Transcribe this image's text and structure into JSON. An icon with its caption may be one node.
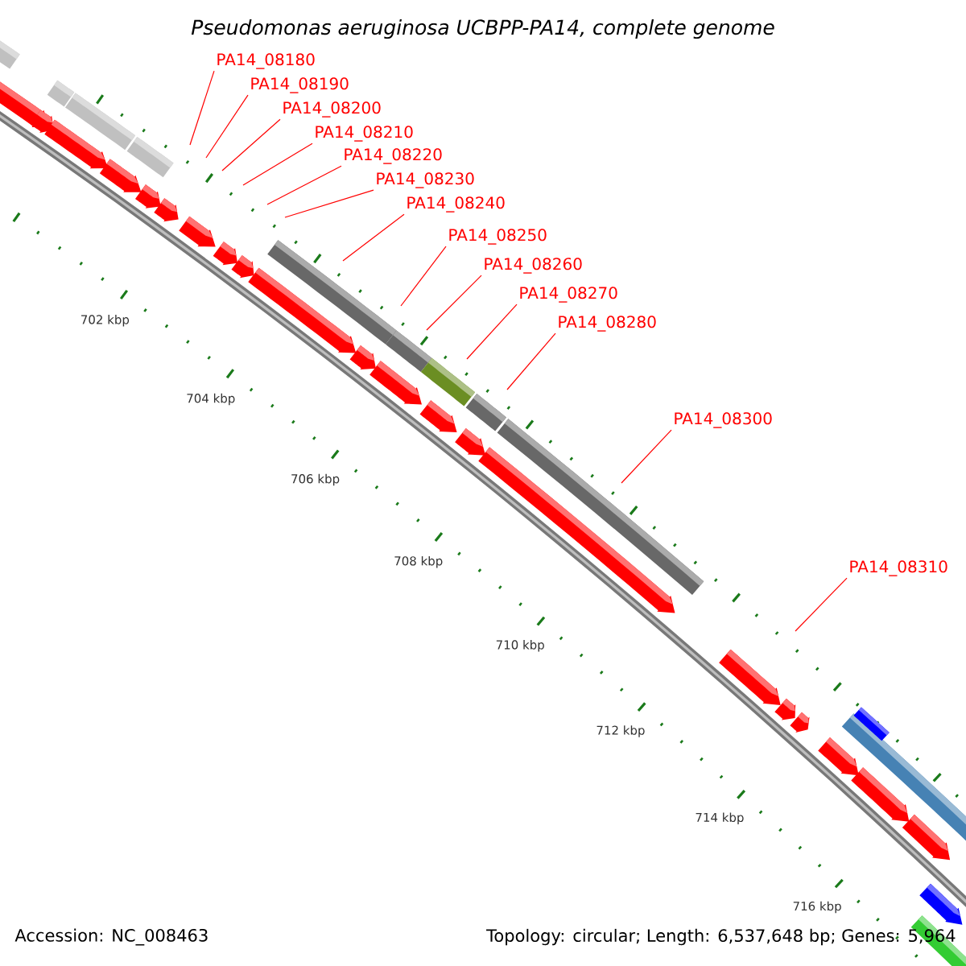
{
  "diagram": {
    "title": "Pseudomonas aeruginosa UCBPP-PA14, complete genome",
    "nodes": [
      {
        "text": [
          "PA14_08180"
        ]
      },
      {
        "text": [
          "PA14_08190"
        ]
      },
      {
        "text": [
          "PA14_08200"
        ]
      },
      {
        "text": [
          "PA14_08210"
        ]
      },
      {
        "text": [
          "PA14_08220"
        ]
      },
      {
        "text": [
          "PA14_08230"
        ]
      },
      {
        "text": [
          "PA14_08240"
        ]
      },
      {
        "text": [
          "PA14_08250"
        ]
      },
      {
        "text": [
          "PA14_08260"
        ]
      },
      {
        "text": [
          "PA14_08270"
        ]
      },
      {
        "text": [
          "PA14_08280"
        ]
      },
      {
        "text": [
          "PA14_08300"
        ]
      },
      {
        "text": [
          "PA14_08310"
        ]
      }
    ],
    "edges": [
      {
        "from": 0,
        "to": null,
        "arrow": "none"
      },
      {
        "from": 1,
        "to": null,
        "arrow": "none"
      },
      {
        "from": 2,
        "to": null,
        "arrow": "none"
      },
      {
        "from": 3,
        "to": null,
        "arrow": "none"
      },
      {
        "from": 4,
        "to": null,
        "arrow": "none"
      },
      {
        "from": 5,
        "to": null,
        "arrow": "none"
      },
      {
        "from": 6,
        "to": null,
        "arrow": "none"
      },
      {
        "from": 7,
        "to": null,
        "arrow": "none"
      },
      {
        "from": 8,
        "to": null,
        "arrow": "none"
      },
      {
        "from": 9,
        "to": null,
        "arrow": "none"
      },
      {
        "from": 10,
        "to": null,
        "arrow": "none"
      },
      {
        "from": 11,
        "to": null,
        "arrow": "none"
      },
      {
        "from": 12,
        "to": null,
        "arrow": "none"
      }
    ],
    "labels": [
      "702 kbp",
      "704 kbp",
      "706 kbp",
      "708 kbp",
      "710 kbp",
      "712 kbp",
      "714 kbp",
      "716 kbp",
      "Accession: NC_008463",
      "Topology: circular; Length: 6,537,648 bp; Genes: 5,964"
    ]
  }
}
